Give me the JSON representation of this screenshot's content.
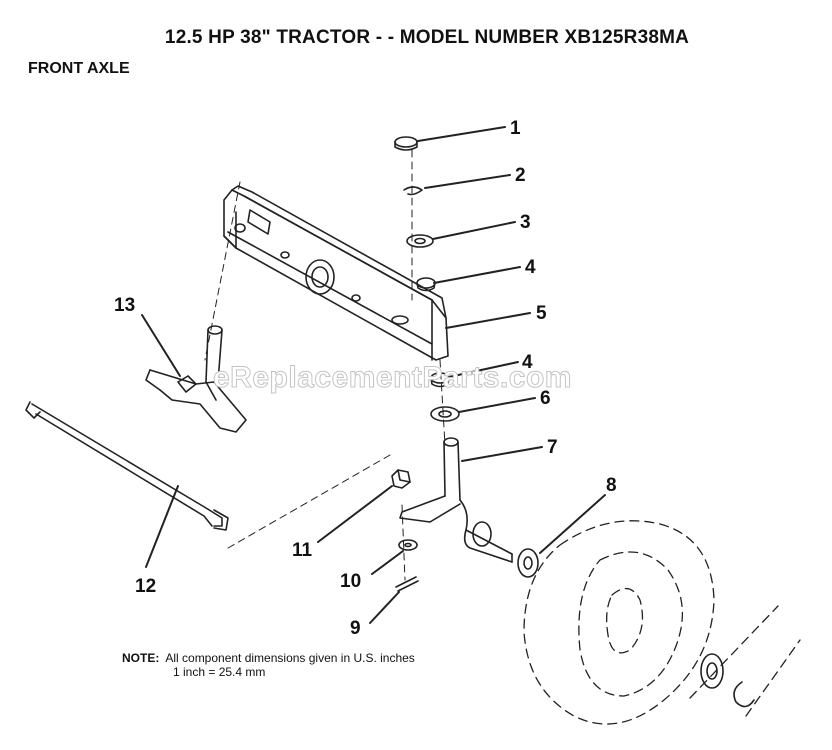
{
  "header": {
    "title": "12.5 HP 38\" TRACTOR - - MODEL NUMBER XB125R38MA",
    "section": "FRONT AXLE"
  },
  "watermark": "eReplacementParts.com",
  "callouts": [
    "1",
    "2",
    "3",
    "4",
    "5",
    "4",
    "6",
    "7",
    "8",
    "9",
    "10",
    "11",
    "12",
    "13"
  ],
  "note": {
    "label": "NOTE:",
    "line1": "All component dimensions given in U.S. inches",
    "line2": "1 inch = 25.4 mm"
  }
}
